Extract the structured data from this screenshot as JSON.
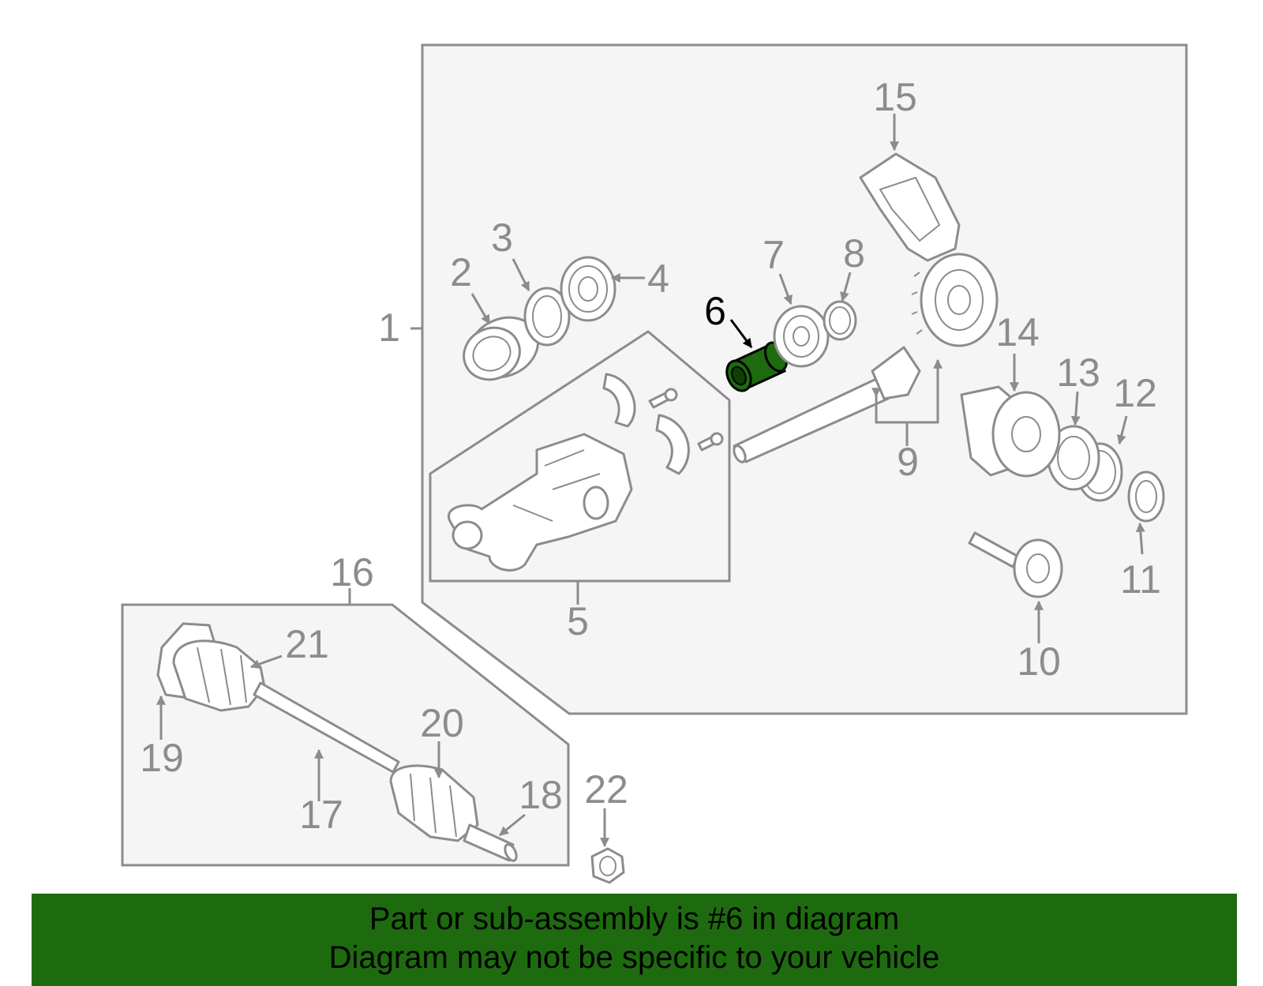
{
  "diagram": {
    "labels": [
      "1",
      "2",
      "3",
      "4",
      "5",
      "6",
      "7",
      "8",
      "9",
      "10",
      "11",
      "12",
      "13",
      "14",
      "15",
      "16",
      "17",
      "18",
      "19",
      "20",
      "21",
      "22"
    ],
    "highlighted_part": "6",
    "highlight_color": "#1e6b0f"
  },
  "banner": {
    "line1": "Part or sub-assembly is #6 in diagram",
    "line2": "Diagram may not be specific to your vehicle",
    "background": "#1e6b0f"
  }
}
